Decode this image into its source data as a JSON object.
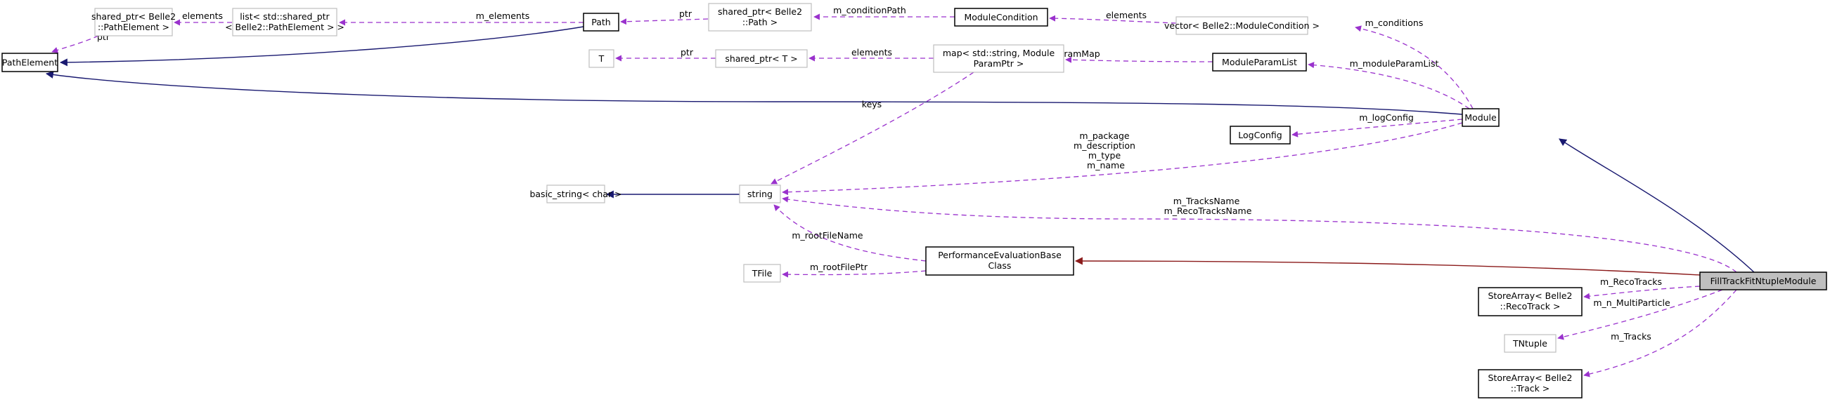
{
  "diagram": {
    "title": "Collaboration diagram for FillTrackFitNtupleModule",
    "colors": {
      "usage_edge": "#9a32cd",
      "inheritance_edge": "#191970",
      "protected_inheritance_edge": "#8b1a1a",
      "focus_fill": "#bfbfbf",
      "documented_border": "#000000",
      "undocumented_border": "#bfbfbf"
    },
    "nodes": {
      "pathelement": {
        "lines": [
          "PathElement"
        ]
      },
      "shared_ptr_pathelement": {
        "lines": [
          "shared_ptr< Belle2",
          "::PathElement >"
        ]
      },
      "list_shared_ptr": {
        "lines": [
          "list< std::shared_ptr",
          "< Belle2::PathElement > >"
        ]
      },
      "path": {
        "lines": [
          "Path"
        ]
      },
      "shared_ptr_path": {
        "lines": [
          "shared_ptr< Belle2",
          "::Path >"
        ]
      },
      "modulecondition": {
        "lines": [
          "ModuleCondition"
        ]
      },
      "vector_modulecondition": {
        "lines": [
          "vector< Belle2::ModuleCondition >"
        ]
      },
      "t": {
        "lines": [
          "T"
        ]
      },
      "shared_ptr_t": {
        "lines": [
          "shared_ptr< T >"
        ]
      },
      "map_param": {
        "lines": [
          "map< std::string, Module",
          "ParamPtr >"
        ]
      },
      "moduleparamlist": {
        "lines": [
          "ModuleParamList"
        ]
      },
      "module": {
        "lines": [
          "Module"
        ]
      },
      "logconfig": {
        "lines": [
          "LogConfig"
        ]
      },
      "basic_string": {
        "lines": [
          "basic_string< char >"
        ]
      },
      "string": {
        "lines": [
          "string"
        ]
      },
      "perf_eval": {
        "lines": [
          "PerformanceEvaluationBase",
          "Class"
        ]
      },
      "tfile": {
        "lines": [
          "TFile"
        ]
      },
      "filltrack": {
        "lines": [
          "FillTrackFitNtupleModule"
        ]
      },
      "storearray_recotrack": {
        "lines": [
          "StoreArray< Belle2",
          "::RecoTrack >"
        ]
      },
      "tntuple": {
        "lines": [
          "TNtuple"
        ]
      },
      "storearray_track": {
        "lines": [
          "StoreArray< Belle2",
          "::Track >"
        ]
      }
    },
    "edge_labels": {
      "ptr_pathelement": [
        "ptr"
      ],
      "elements_list": [
        "elements"
      ],
      "m_elements": [
        "m_elements"
      ],
      "ptr_path": [
        "ptr"
      ],
      "m_conditionPath": [
        "m_conditionPath"
      ],
      "elements_vector": [
        "elements"
      ],
      "m_conditions": [
        "m_conditions"
      ],
      "ptr_t": [
        "ptr"
      ],
      "elements_map": [
        "elements"
      ],
      "m_paramMap": [
        "m_paramMap"
      ],
      "m_moduleParamList": [
        "m_moduleParamList"
      ],
      "keys": [
        "keys"
      ],
      "m_logConfig": [
        "m_logConfig"
      ],
      "module_strings": [
        "m_package",
        "m_description",
        "m_type",
        "m_name"
      ],
      "tracks_names": [
        "m_TracksName",
        "m_RecoTracksName"
      ],
      "m_rootFileName": [
        "m_rootFileName"
      ],
      "m_rootFilePtr": [
        "m_rootFilePtr"
      ],
      "m_RecoTracks": [
        "m_RecoTracks"
      ],
      "m_n_MultiParticle": [
        "m_n_MultiParticle"
      ],
      "m_Tracks": [
        "m_Tracks"
      ]
    }
  }
}
